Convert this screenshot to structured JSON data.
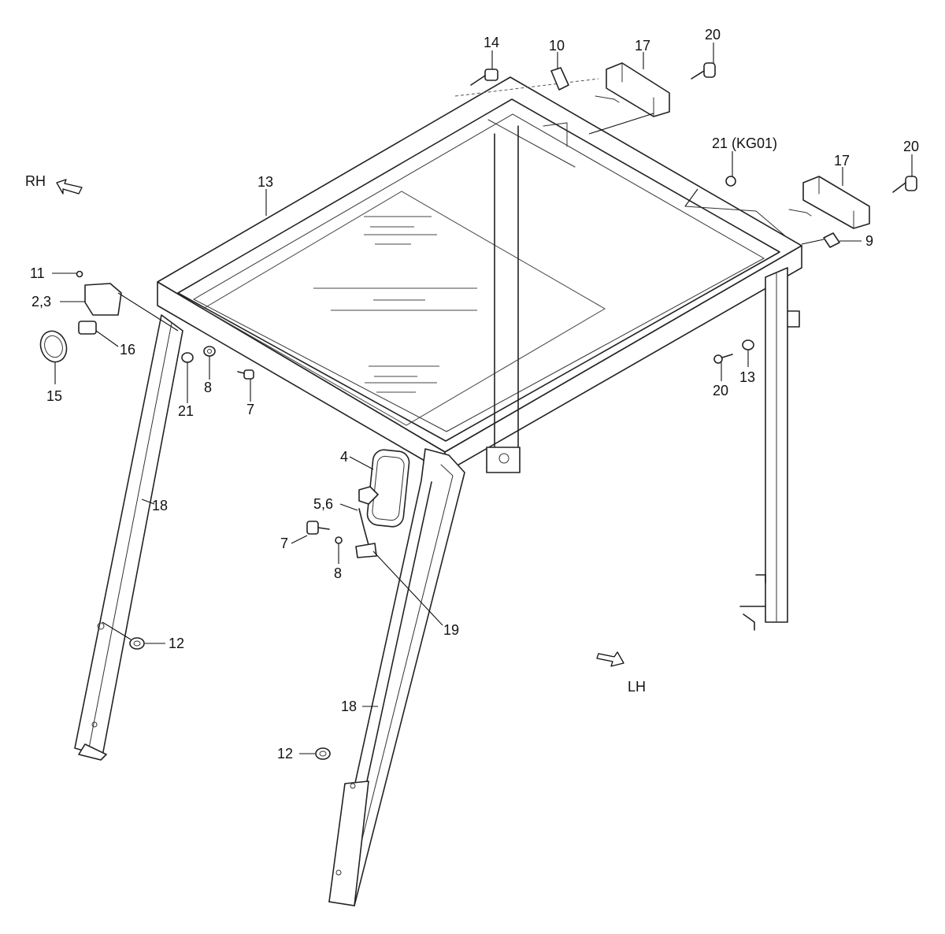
{
  "direction_labels": {
    "rh": "RH",
    "lh": "LH"
  },
  "callouts": {
    "c14": "14",
    "c10": "10",
    "c17a": "17",
    "c20a": "20",
    "c21kg": "21 (KG01)",
    "c17b": "17",
    "c20b": "20",
    "c9": "9",
    "c13a": "13",
    "c11": "11",
    "c23": "2,3",
    "c16": "16",
    "c15": "15",
    "c21": "21",
    "c8a": "8",
    "c7a": "7",
    "c20c": "20",
    "c13b": "13",
    "c4": "4",
    "c56": "5,6",
    "c7b": "7",
    "c8b": "8",
    "c18a": "18",
    "c19": "19",
    "c12a": "12",
    "c18b": "18",
    "c12b": "12"
  }
}
